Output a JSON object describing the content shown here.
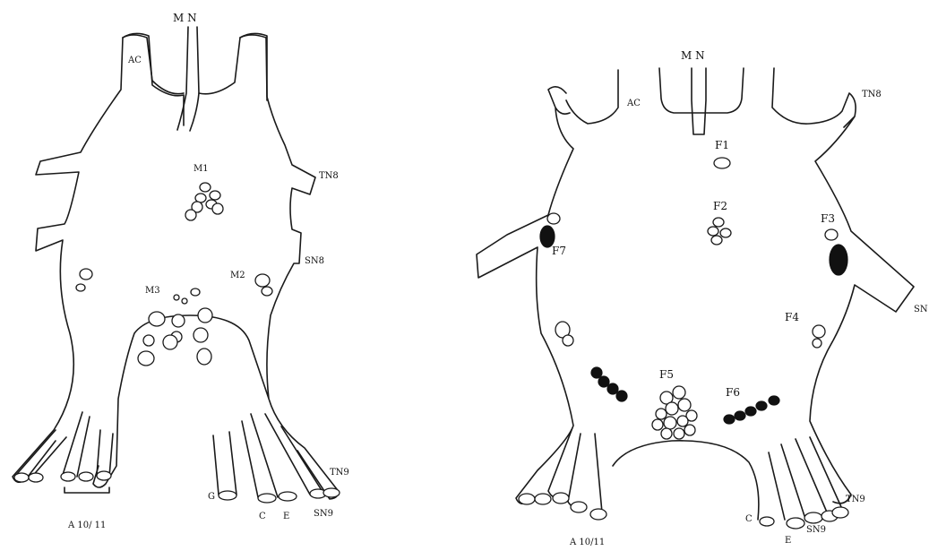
{
  "left_diagram": {
    "labels": {
      "median_nerve": "M N",
      "ac": "AC",
      "m1": "M1",
      "tn8": "TN8",
      "sn8": "SN8",
      "m2": "M2",
      "m3": "M3",
      "tn9": "TN9",
      "sn9": "SN9",
      "g": "G",
      "c": "C",
      "e": "E",
      "a10_11": "A 10/ 11"
    }
  },
  "right_diagram": {
    "labels": {
      "median_nerve": "M N",
      "ac": "AC",
      "tn8": "TN8",
      "f1": "F1",
      "f2": "F2",
      "f3": "F3",
      "f7": "F7",
      "sn": "SN",
      "f4": "F4",
      "f5": "F5",
      "f6": "F6",
      "tn9": "TN9",
      "sn9": "SN9",
      "c": "C",
      "e": "E",
      "a10_11": "A 10/11"
    }
  }
}
